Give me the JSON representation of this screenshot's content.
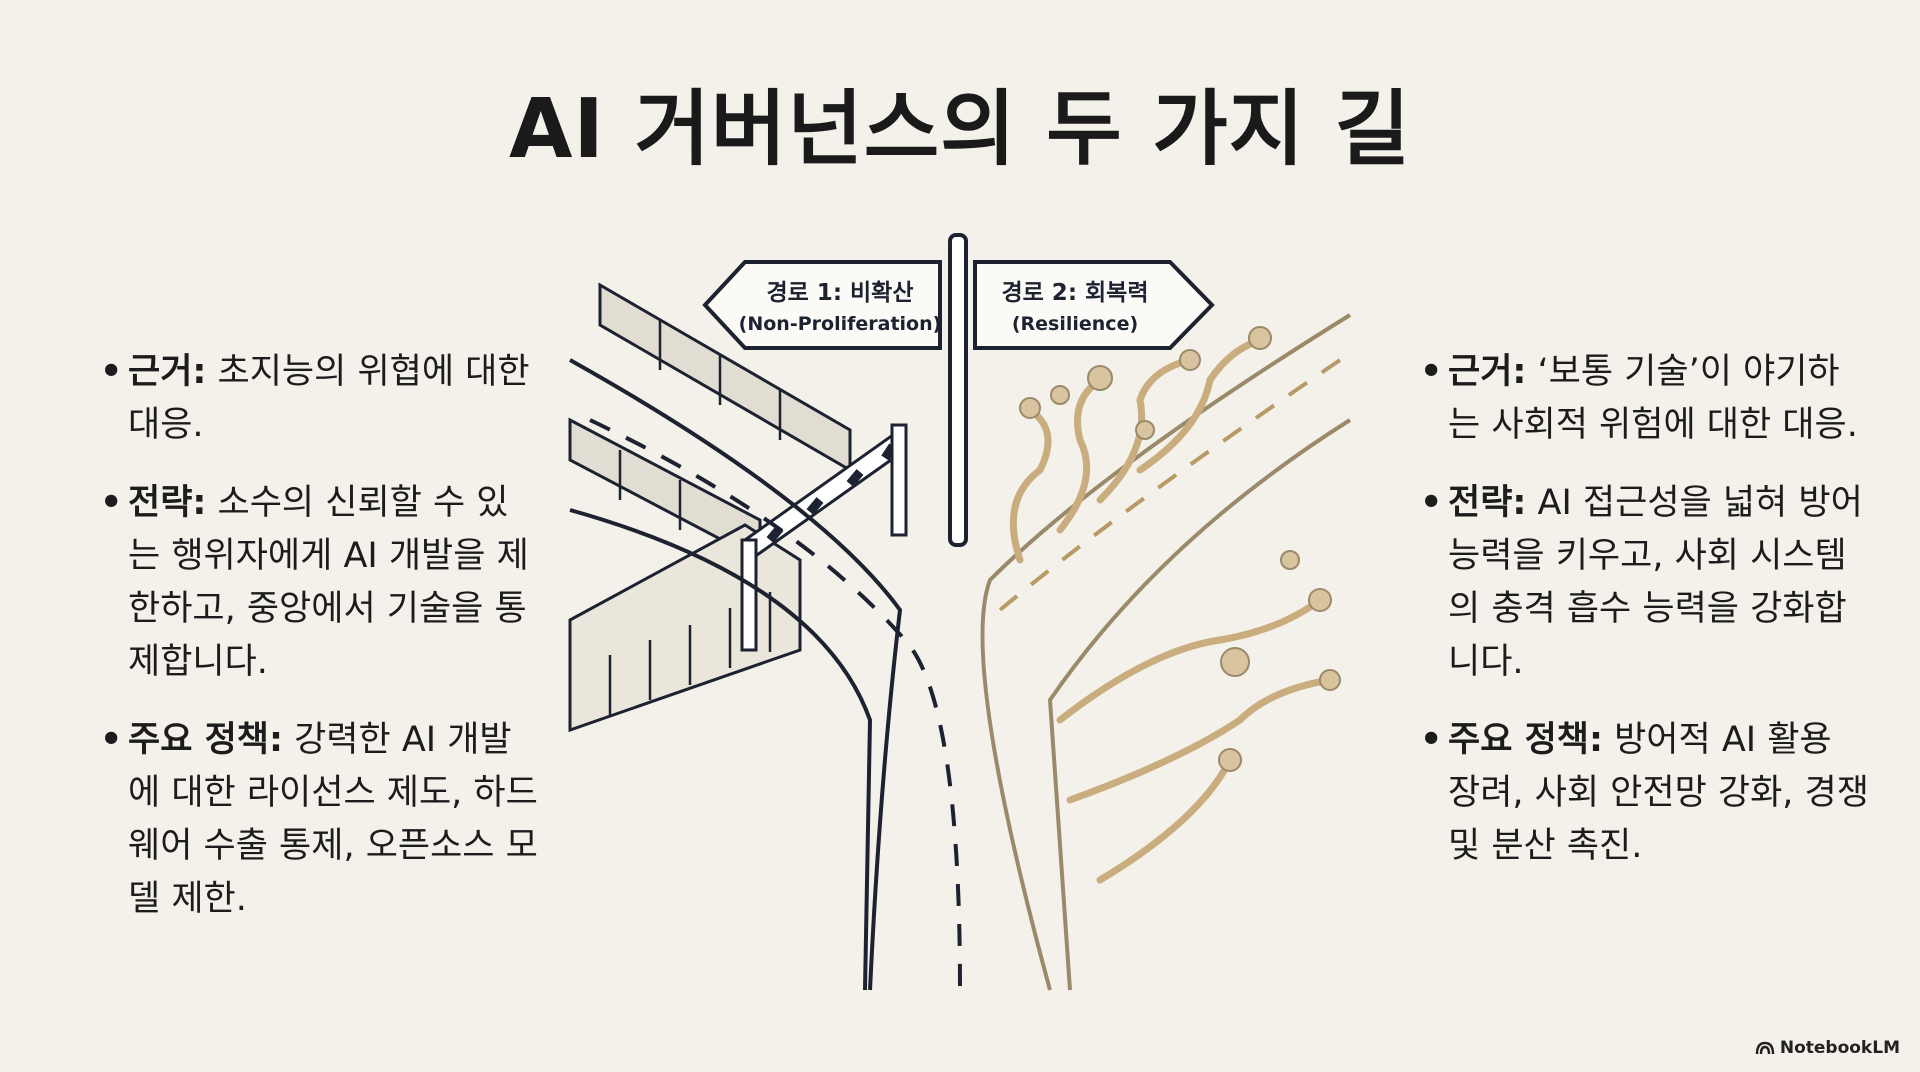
{
  "title": "AI 거버넌스의 두 가지 길",
  "sign": {
    "path1": {
      "label": "경로 1: 비확산",
      "sub": "(Non-Proliferation)"
    },
    "path2": {
      "label": "경로 2: 회복력",
      "sub": "(Resilience)"
    }
  },
  "left": [
    {
      "label": "근거:",
      "text": " 초지능의 위협에 대한 대응."
    },
    {
      "label": "전략:",
      "text": " 소수의 신뢰할 수 있는 행위자에게 AI 개발을 제한하고, 중앙에서 기술을 통제합니다."
    },
    {
      "label": "주요 정책:",
      "text": " 강력한 AI 개발에 대한 라이선스 제도, 하드웨어 수출 통제, 오픈소스 모델 제한."
    }
  ],
  "right": [
    {
      "label": "근거:",
      "text": " ‘보통 기술’이 야기하는 사회적 위험에 대한 대응."
    },
    {
      "label": "전략:",
      "text": " AI 접근성을 넓혀 방어 능력을 키우고, 사회 시스템의 충격 흡수 능력을 강화합니다."
    },
    {
      "label": "주요 정책:",
      "text": " 방어적 AI 활용 장려, 사회 안전망 강화, 경쟁 및 분산 촉진."
    }
  ],
  "bullet": "•",
  "brand": "NotebookLM",
  "colors": {
    "background": "#f4f1ea",
    "ink": "#1c2230",
    "tan": "#c9ad7f"
  }
}
